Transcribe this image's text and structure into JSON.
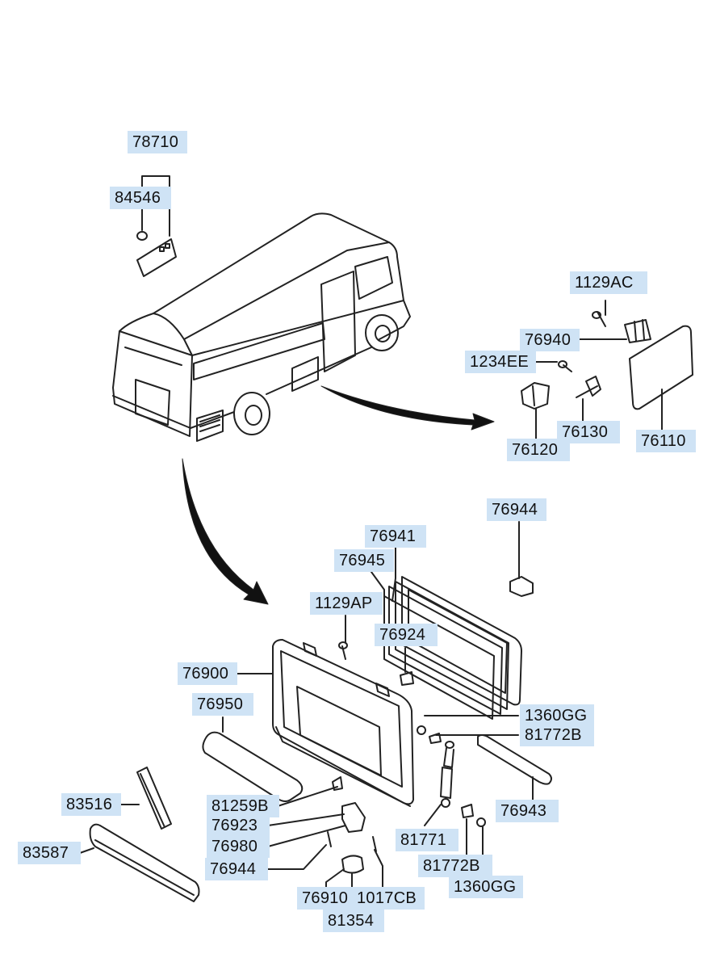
{
  "labels": {
    "p78710": "78710",
    "p84546": "84546",
    "p1129AC": "1129AC",
    "p76940": "76940",
    "p1234EE": "1234EE",
    "p76120": "76120",
    "p76130": "76130",
    "p76110": "76110",
    "p76944_top": "76944",
    "p76941": "76941",
    "p76945": "76945",
    "p1129AP": "1129AP",
    "p76924": "76924",
    "p76900": "76900",
    "p76950": "76950",
    "p1360GG_a": "1360GG",
    "p81772B_a": "81772B",
    "p76943": "76943",
    "p83516": "83516",
    "p81259B": "81259B",
    "p76923": "76923",
    "p83587": "83587",
    "p76980": "76980",
    "p81771": "81771",
    "p76944_bot": "76944",
    "p81772B_b": "81772B",
    "p1360GG_b": "1360GG",
    "p76910": "76910",
    "p1017CB": "1017CB",
    "p81354": "81354"
  }
}
